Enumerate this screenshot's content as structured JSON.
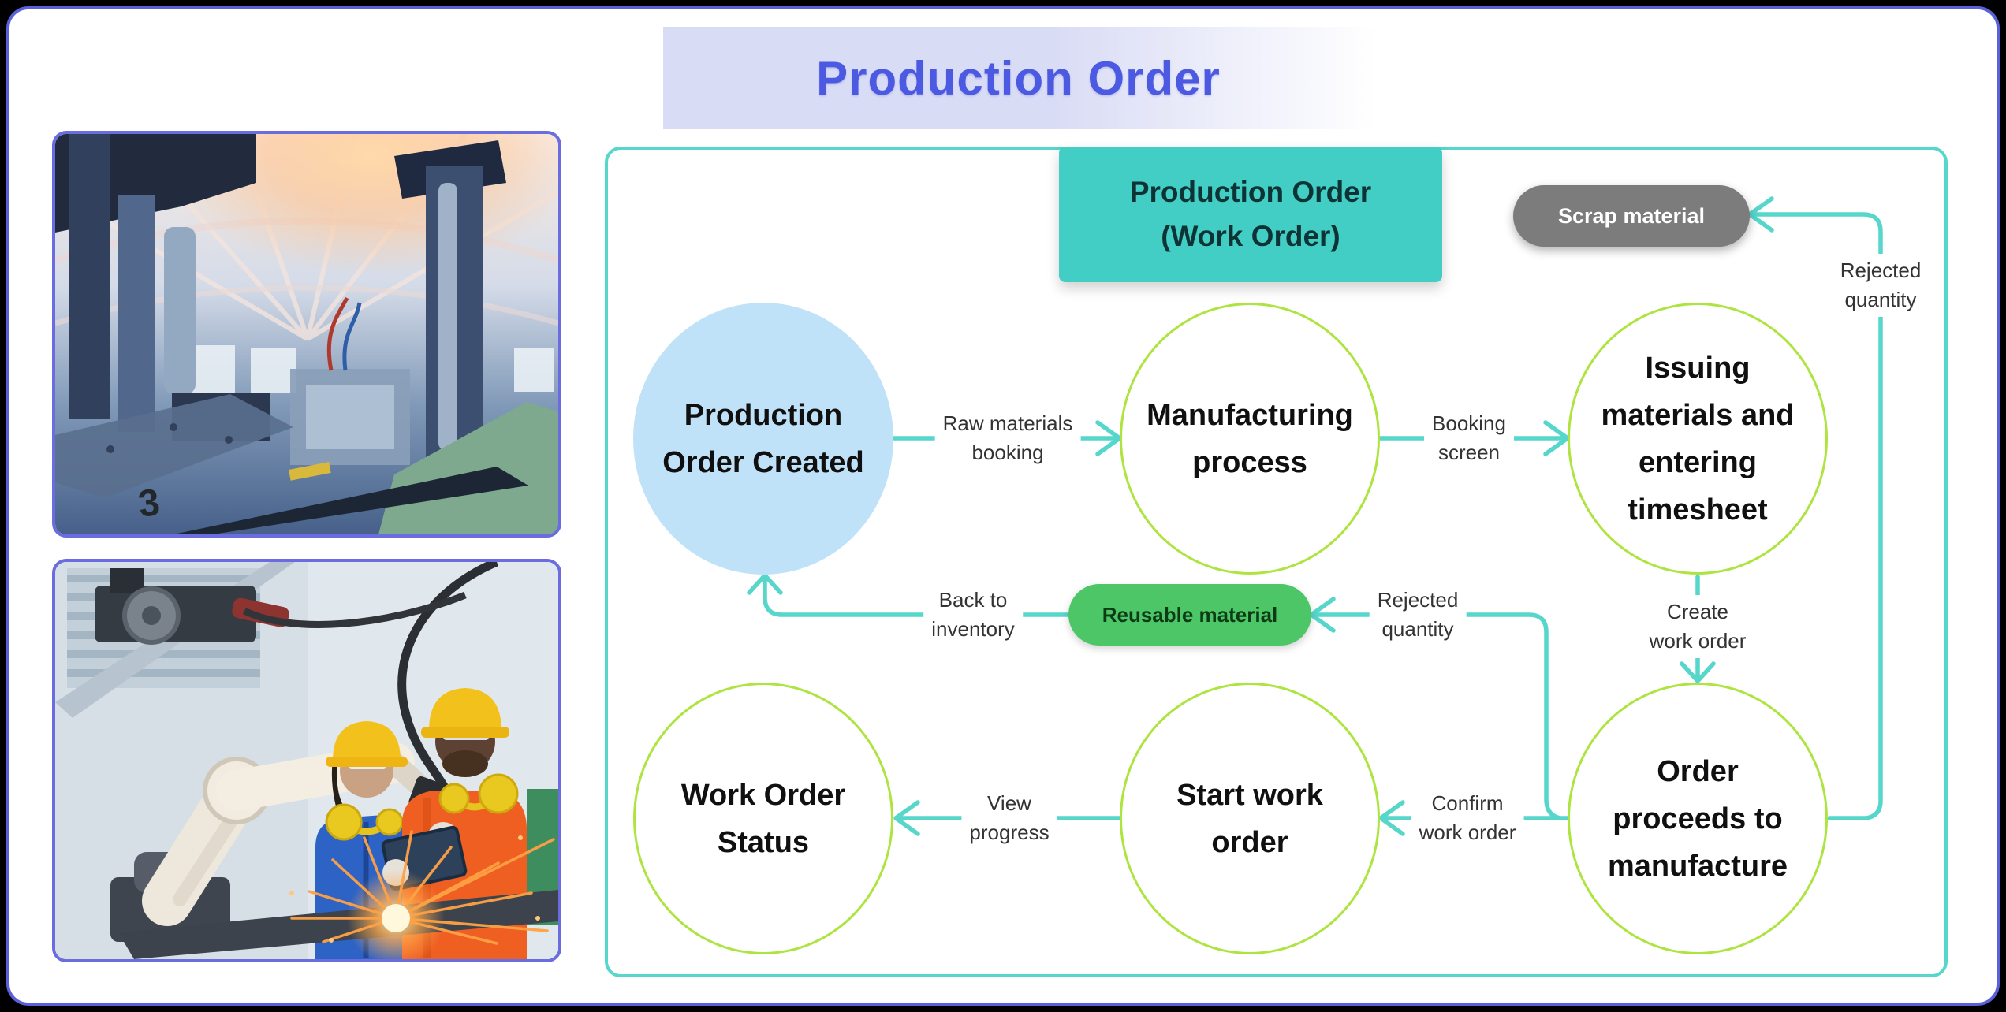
{
  "theme": {
    "page_bg": "#000000",
    "card_border": "#5a60da",
    "banner_bg": "#d9dcf5",
    "title_blue": "#4c5ae2",
    "teal_fill": "#43cec5",
    "teal_line": "#57d6cc",
    "lime": "#aee43f",
    "blue_node_fill": "#c0e2f8",
    "green_pill": "#4cc667",
    "gray_pill": "#7c7c7c",
    "node_text": "#101010",
    "label_text": "#333333",
    "header_text": "#0e3335",
    "photo_border": "#6b6ce0"
  },
  "page": {
    "title": "Production Order"
  },
  "photos": [
    {
      "alt": "Automated machinery on a factory production line"
    },
    {
      "alt": "Two engineers in hard hats beside a robotic welding arm with sparks"
    }
  ],
  "flowchart": {
    "header": {
      "line1": "Production Order",
      "line2": "(Work Order)"
    },
    "pills": [
      {
        "id": "scrap-material",
        "label": "Scrap material"
      },
      {
        "id": "reusable-material",
        "label": "Reusable material"
      }
    ],
    "nodes": [
      {
        "id": "production-order-created",
        "lines": [
          "Production",
          "Order Created"
        ]
      },
      {
        "id": "manufacturing-process",
        "lines": [
          "Manufacturing",
          "process"
        ]
      },
      {
        "id": "issuing-materials",
        "lines": [
          "Issuing",
          "materials and",
          "entering",
          "timesheet"
        ]
      },
      {
        "id": "order-proceeds",
        "lines": [
          "Order",
          "proceeds to",
          "manufacture"
        ]
      },
      {
        "id": "start-work-order",
        "lines": [
          "Start work",
          "order"
        ]
      },
      {
        "id": "work-order-status",
        "lines": [
          "Work Order",
          "Status"
        ]
      }
    ],
    "edge_labels": [
      {
        "id": "raw-materials-booking",
        "lines": [
          "Raw materials",
          "booking"
        ]
      },
      {
        "id": "booking-screen",
        "lines": [
          "Booking",
          "screen"
        ]
      },
      {
        "id": "create-work-order",
        "lines": [
          "Create",
          "work order"
        ]
      },
      {
        "id": "rejected-quantity-right",
        "lines": [
          "Rejected",
          "quantity"
        ]
      },
      {
        "id": "rejected-quantity-center",
        "lines": [
          "Rejected",
          "quantity"
        ]
      },
      {
        "id": "back-to-inventory",
        "lines": [
          "Back to",
          "inventory"
        ]
      },
      {
        "id": "confirm-work-order",
        "lines": [
          "Confirm",
          "work order"
        ]
      },
      {
        "id": "view-progress",
        "lines": [
          "View",
          "progress"
        ]
      }
    ]
  }
}
